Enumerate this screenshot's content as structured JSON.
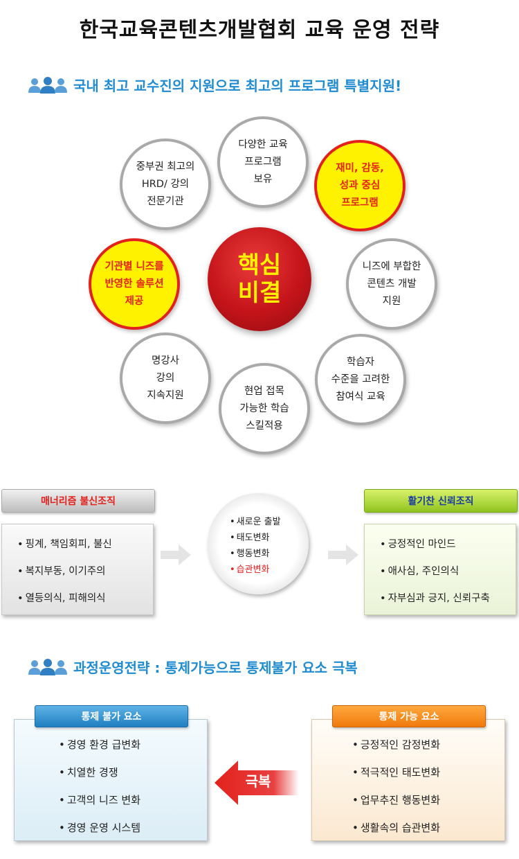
{
  "title": "한국교육콘텐츠개발협회 교육 운영 전략",
  "section1_heading": "국내 최고 교수진의 지원으로 최고의 프로그램 특별지원!",
  "core": "핵심\n비결",
  "circles": [
    {
      "text": "다양한 교육\n프로그램\n보유",
      "highlight": false
    },
    {
      "text": "재미, 감동,\n성과 중심\n프로그램",
      "highlight": true
    },
    {
      "text": "니즈에 부합한\n콘텐츠 개발\n지원",
      "highlight": false
    },
    {
      "text": "학습자\n수준을 고려한\n참여식 교육",
      "highlight": false
    },
    {
      "text": "현업 접목\n가능한 학습\n스킬적용",
      "highlight": false
    },
    {
      "text": "명강사\n강의\n지속지원",
      "highlight": false
    },
    {
      "text": "기관별 니즈를\n반영한 솔루션\n제공",
      "highlight": true
    },
    {
      "text": "중부권 최고의\nHRD/ 강의\n전문기관",
      "highlight": false
    }
  ],
  "transformation": {
    "from_label": "매너리즘 불신조직",
    "from_items": [
      "핑계, 책임회피, 불신",
      "복지부동, 이기주의",
      "열등의식, 피해의식"
    ],
    "center_items": [
      "새로운 출발",
      "태도변화",
      "행동변화",
      "습관변화"
    ],
    "to_label": "활기찬 신뢰조직",
    "to_items": [
      "긍정적인 마인드",
      "애사심, 주인의식",
      "자부심과 긍지, 신뢰구축"
    ]
  },
  "section2_heading": "과정운영전략 : 통제가능으로 통제불가 요소 극복",
  "uncontrollable": {
    "label": "통제 불가 요소",
    "items": [
      "경영 환경 급변화",
      "치열한 경쟁",
      "고객의 니즈 변화",
      "경영 운영 시스템"
    ]
  },
  "controllable": {
    "label": "통제 가능 요소",
    "items": [
      "긍정적인 감정변화",
      "적극적인 태도변화",
      "업무추진 행동변화",
      "생활속의 습관변화"
    ]
  },
  "overcome_label": "극복",
  "colors": {
    "accent_blue": "#1f8bd0",
    "highlight_red": "#e3211c",
    "highlight_yellow": "#fff200",
    "core_red": "#c4141a"
  },
  "icons": {
    "section_heading": "people-group-icon",
    "transition": "arrow-right-icon",
    "overcome": "arrow-left-icon"
  }
}
